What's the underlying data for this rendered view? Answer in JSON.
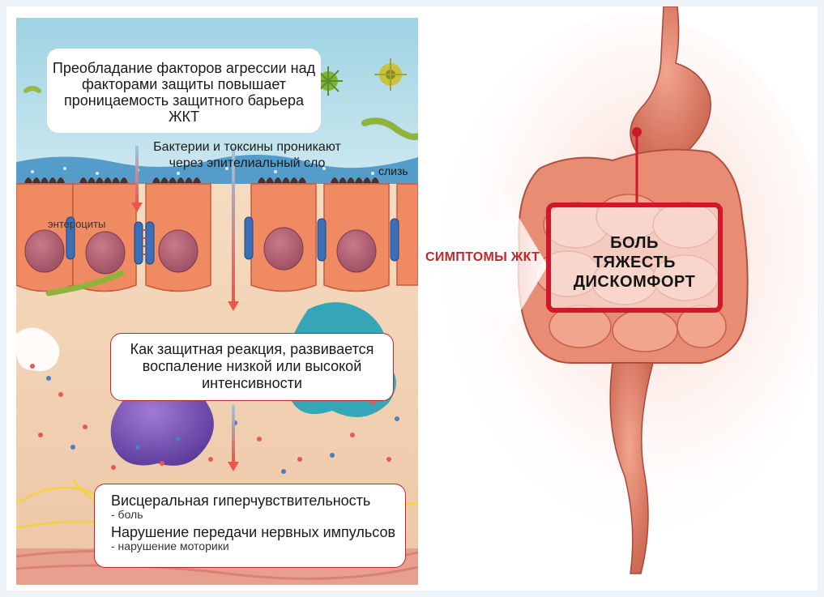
{
  "left": {
    "intro_text": "Преобладание факторов агрессии над факторами защиты повышает проницаемость защитного барьера ЖКТ",
    "bacteria_text": "Бактерии и токсины проникают через эпителиальный сло",
    "mucus_label": "слизь",
    "enterocytes_label": "энтероциты",
    "inflammation_text": "Как защитная реакция, развивается воспаление низкой или высокой интенсивности",
    "visceral_title": "Висцеральная гиперчувствительность",
    "visceral_sub": "- боль",
    "nerve_title": "Нарушение передачи нервных импульсов",
    "nerve_sub": "- нарушение моторики"
  },
  "right": {
    "arrow_label": "СИМПТОМЫ ЖКТ",
    "symptoms": [
      "БОЛЬ",
      "ТЯЖЕСТЬ",
      "ДИСКОМФОРТ"
    ]
  },
  "colors": {
    "accent_red": "#d0182a",
    "cell_orange": "#f08a63",
    "lumen_blue": "#a9d8e6",
    "tissue_beige": "#f1d0b0"
  }
}
